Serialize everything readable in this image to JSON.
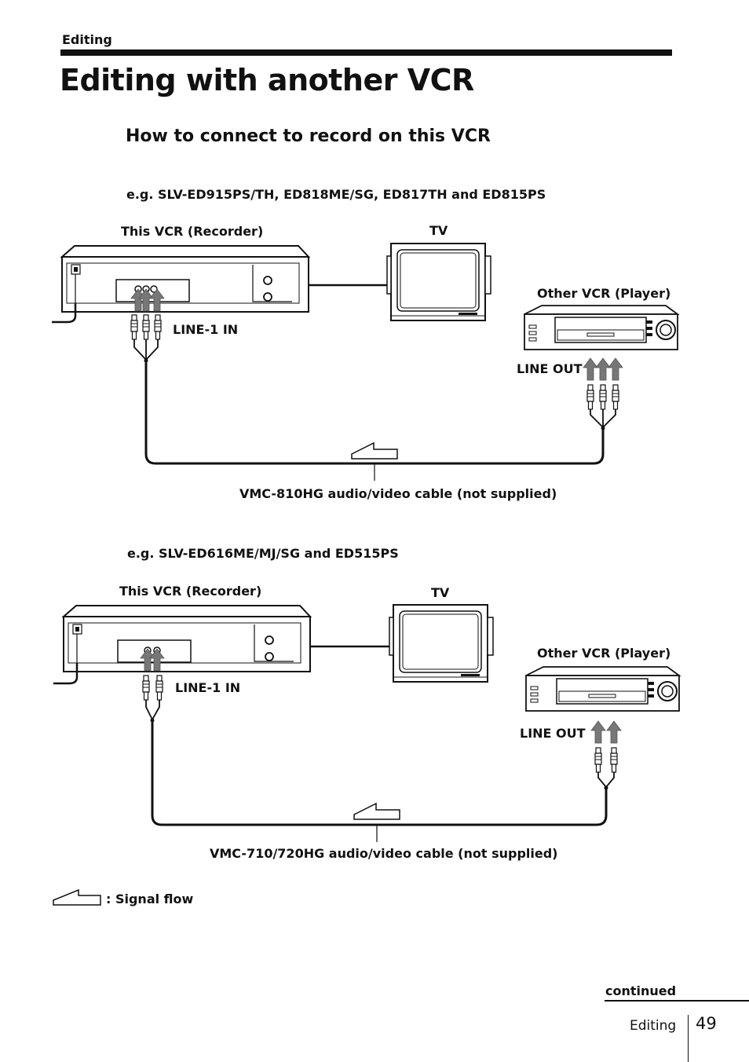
{
  "header": {
    "section": "Editing",
    "title": "Editing with another VCR"
  },
  "subtitle": "How to connect to record on this VCR",
  "diagram1": {
    "example": "e.g. SLV-ED915PS/TH, ED818ME/SG, ED817TH and ED815PS",
    "recorder_label": "This VCR (Recorder)",
    "tv_label": "TV",
    "player_label": "Other VCR (Player)",
    "input_label": "LINE-1 IN",
    "output_label": "LINE OUT",
    "cable_label": "VMC-810HG audio/video cable (not supplied)"
  },
  "diagram2": {
    "example": "e.g. SLV-ED616ME/MJ/SG and ED515PS",
    "recorder_label": "This VCR (Recorder)",
    "tv_label": "TV",
    "player_label": "Other VCR (Player)",
    "input_label": "LINE-1 IN",
    "output_label": "LINE OUT",
    "cable_label": "VMC-710/720HG audio/video cable (not supplied)"
  },
  "legend": {
    "signal_flow": ": Signal flow"
  },
  "footer": {
    "continued": "continued",
    "section": "Editing",
    "page_number": "49"
  }
}
